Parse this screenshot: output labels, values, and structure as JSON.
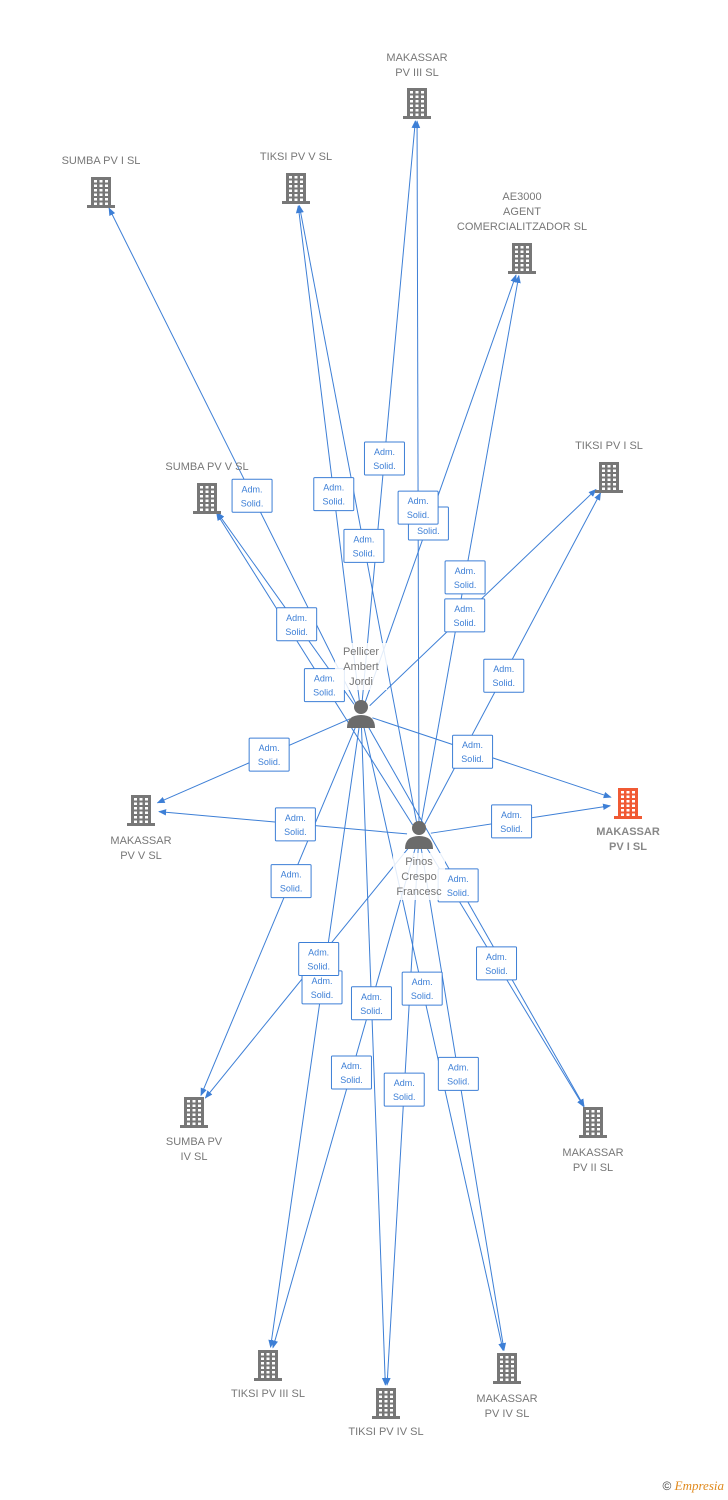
{
  "colors": {
    "edge": "#3d7fd6",
    "company": "#777777",
    "focus_company": "#f05a34",
    "person": "#6b6b6b"
  },
  "badge_lines": [
    "Adm.",
    "Solid."
  ],
  "companies": [
    {
      "id": "makassar-pv-iii",
      "label": [
        "MAKASSAR",
        "PV III SL"
      ]
    },
    {
      "id": "sumba-pv-i",
      "label": [
        "SUMBA PV I SL"
      ]
    },
    {
      "id": "tiksi-pv-v",
      "label": [
        "TIKSI PV V SL"
      ]
    },
    {
      "id": "ae3000",
      "label": [
        "AE3000",
        "AGENT",
        "COMERCIALITZADOR SL"
      ]
    },
    {
      "id": "tiksi-pv-i",
      "label": [
        "TIKSI PV I SL"
      ]
    },
    {
      "id": "sumba-pv-v",
      "label": [
        "SUMBA PV V SL"
      ]
    },
    {
      "id": "makassar-pv-v",
      "label": [
        "MAKASSAR",
        "PV V SL"
      ]
    },
    {
      "id": "makassar-pv-i",
      "label": [
        "MAKASSAR",
        "PV I SL"
      ],
      "focus": true
    },
    {
      "id": "sumba-pv-iv",
      "label": [
        "SUMBA PV",
        "IV SL"
      ]
    },
    {
      "id": "makassar-pv-ii",
      "label": [
        "MAKASSAR",
        "PV II SL"
      ]
    },
    {
      "id": "tiksi-pv-iii",
      "label": [
        "TIKSI PV III SL"
      ]
    },
    {
      "id": "tiksi-pv-iv",
      "label": [
        "TIKSI PV IV SL"
      ]
    },
    {
      "id": "makassar-pv-iv",
      "label": [
        "MAKASSAR",
        "PV IV SL"
      ]
    }
  ],
  "persons": [
    {
      "id": "pellicer",
      "label": [
        "Pellicer",
        "Ambert",
        "Jordi"
      ]
    },
    {
      "id": "pinos",
      "label": [
        "Pinos",
        "Crespo",
        "Francesc"
      ]
    }
  ],
  "edges": [
    {
      "from": "pellicer",
      "to": "sumba-pv-i"
    },
    {
      "from": "pellicer",
      "to": "tiksi-pv-v"
    },
    {
      "from": "pellicer",
      "to": "makassar-pv-iii"
    },
    {
      "from": "pellicer",
      "to": "ae3000"
    },
    {
      "from": "pellicer",
      "to": "tiksi-pv-i"
    },
    {
      "from": "pellicer",
      "to": "sumba-pv-v"
    },
    {
      "from": "pellicer",
      "to": "makassar-pv-v"
    },
    {
      "from": "pellicer",
      "to": "makassar-pv-i"
    },
    {
      "from": "pellicer",
      "to": "sumba-pv-iv"
    },
    {
      "from": "pellicer",
      "to": "makassar-pv-ii"
    },
    {
      "from": "pellicer",
      "to": "tiksi-pv-iii"
    },
    {
      "from": "pellicer",
      "to": "tiksi-pv-iv"
    },
    {
      "from": "pellicer",
      "to": "makassar-pv-iv"
    },
    {
      "from": "pinos",
      "to": "tiksi-pv-v"
    },
    {
      "from": "pinos",
      "to": "makassar-pv-iii"
    },
    {
      "from": "pinos",
      "to": "ae3000"
    },
    {
      "from": "pinos",
      "to": "tiksi-pv-i"
    },
    {
      "from": "pinos",
      "to": "sumba-pv-v"
    },
    {
      "from": "pinos",
      "to": "makassar-pv-v"
    },
    {
      "from": "pinos",
      "to": "makassar-pv-i"
    },
    {
      "from": "pinos",
      "to": "sumba-pv-iv"
    },
    {
      "from": "pinos",
      "to": "makassar-pv-ii"
    },
    {
      "from": "pinos",
      "to": "tiksi-pv-iii"
    },
    {
      "from": "pinos",
      "to": "tiksi-pv-iv"
    },
    {
      "from": "pinos",
      "to": "makassar-pv-iv"
    }
  ],
  "footer": {
    "copyright": "©",
    "brand": "Empresia"
  }
}
